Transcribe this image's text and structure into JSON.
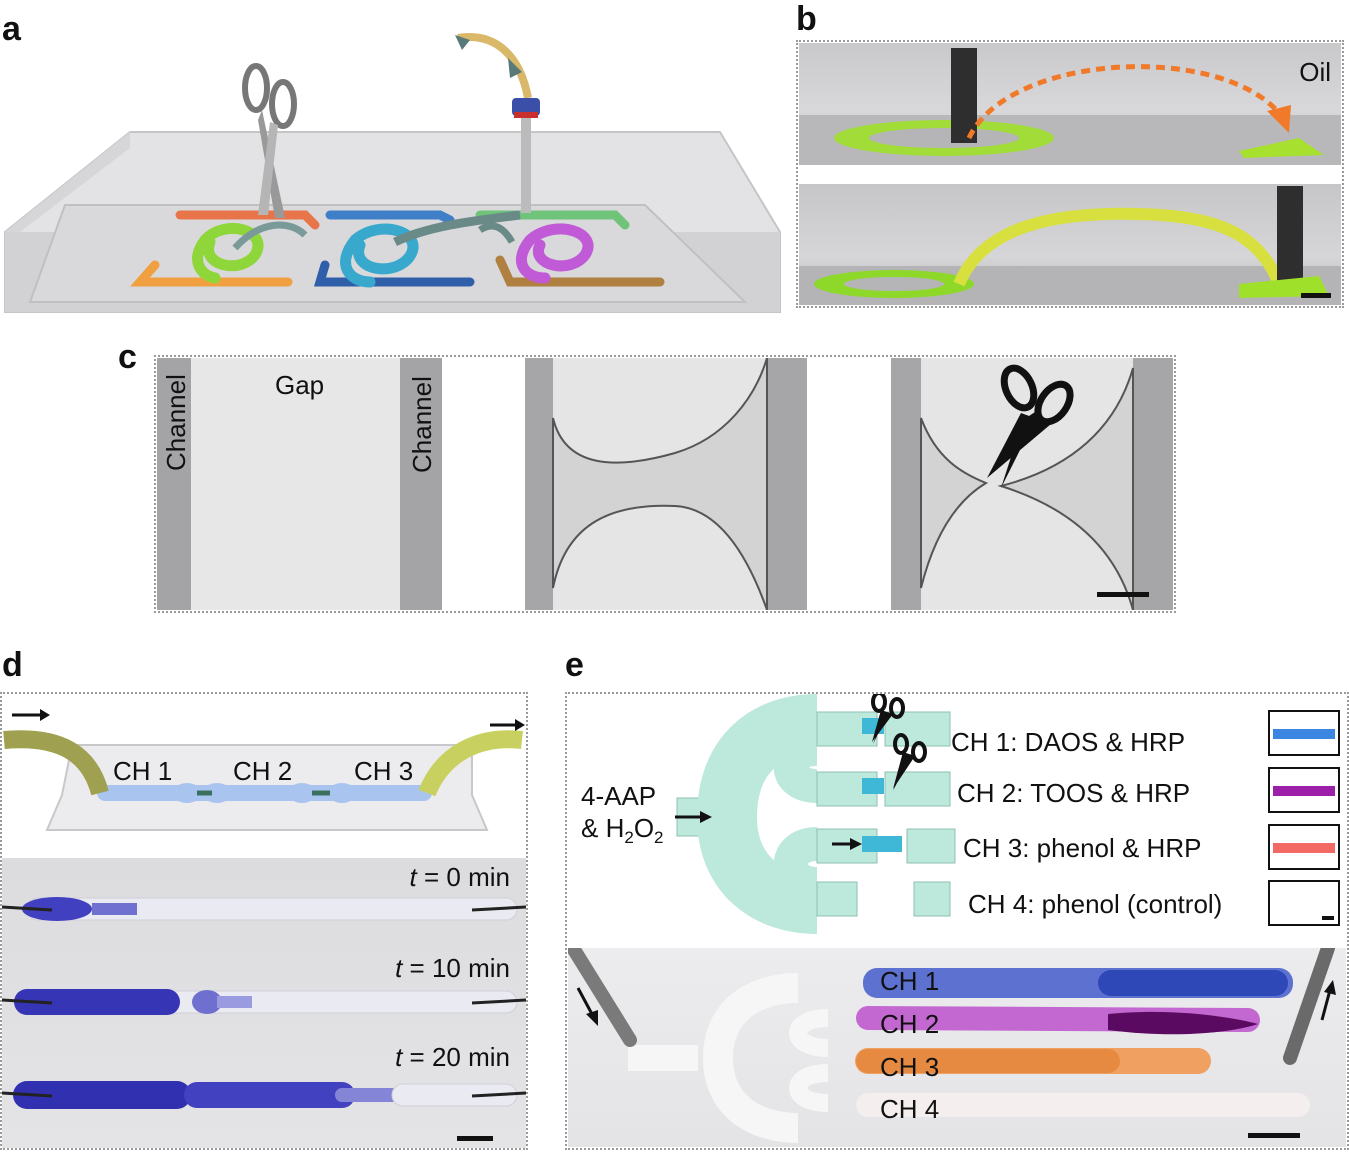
{
  "panels": {
    "a": {
      "label": "a"
    },
    "b": {
      "label": "b",
      "oil_label": "Oil"
    },
    "c": {
      "label": "c",
      "channel_left": "Channel",
      "gap": "Gap",
      "channel_right": "Channel"
    },
    "d": {
      "label": "d",
      "channels": [
        "CH 1",
        "CH 2",
        "CH 3"
      ],
      "times": [
        {
          "t": "t",
          "rest": " = 0 min"
        },
        {
          "t": "t",
          "rest": " = 10 min"
        },
        {
          "t": "t",
          "rest": " = 20 min"
        }
      ]
    },
    "e": {
      "label": "e",
      "inlet_line1": "4-AAP",
      "inlet_line2_pre": "& H",
      "inlet_sub1": "2",
      "inlet_mid": "O",
      "inlet_sub2": "2",
      "legend": [
        {
          "text": "CH 1: DAOS & HRP",
          "color": "#3b86e0"
        },
        {
          "text": "CH 2: TOOS & HRP",
          "color": "#9b1fa8"
        },
        {
          "text": "CH 3: phenol & HRP",
          "color": "#f36a64"
        },
        {
          "text": "CH 4: phenol (control)",
          "color": "#ffffff"
        }
      ],
      "photo_channels": [
        "CH 1",
        "CH 2",
        "CH 3",
        "CH 4"
      ]
    }
  },
  "colors": {
    "green_channel": "#7ed321",
    "cyan_channel": "#29a8c8",
    "purple_channel": "#c15ad6",
    "orange_channel": "#f0a040",
    "blue_dye": "#3a2fb5",
    "arrow_orange": "#f07a2a"
  }
}
